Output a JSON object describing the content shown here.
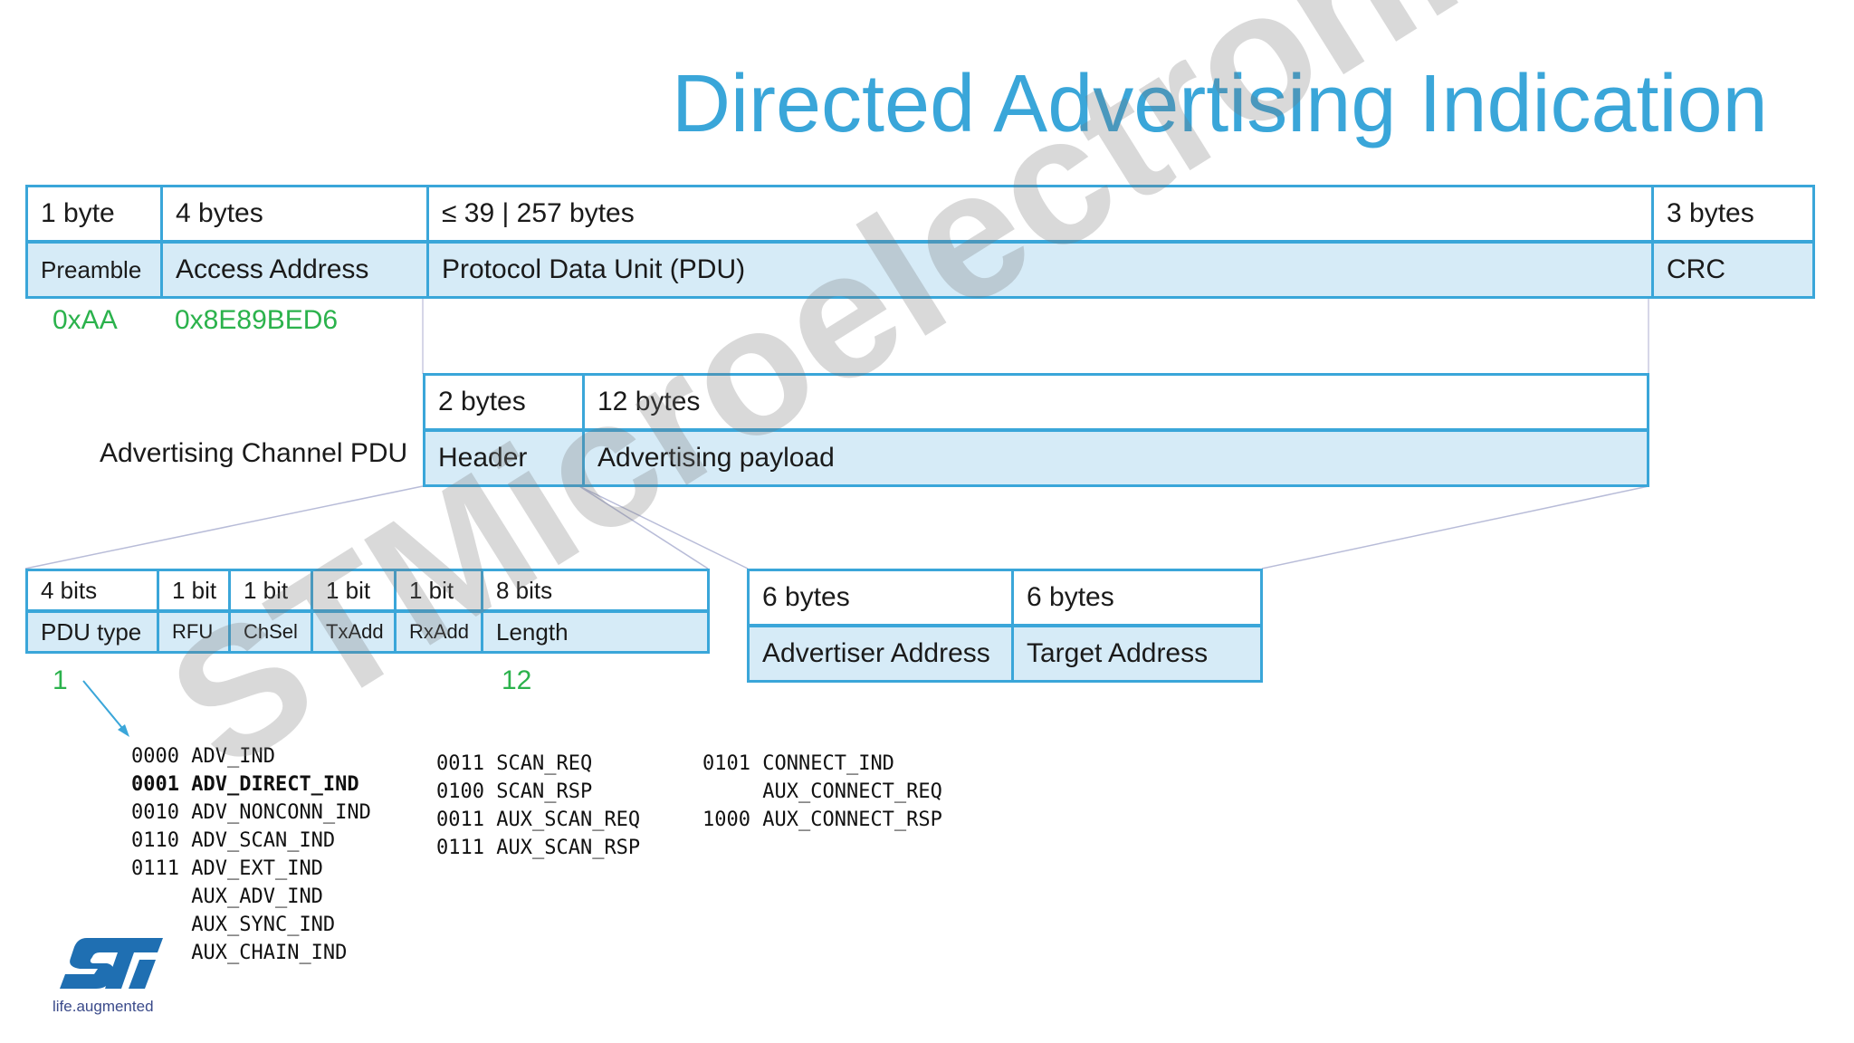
{
  "title": "Directed Advertising Indication",
  "watermark": "STMicroelectronics",
  "packet": {
    "sizes": [
      "1 byte",
      "4 bytes",
      "≤ 39 | 257 bytes",
      "3 bytes"
    ],
    "fields": [
      "Preamble",
      "Access Address",
      "Protocol Data Unit (PDU)",
      "CRC"
    ],
    "values": [
      "0xAA",
      "0x8E89BED6"
    ]
  },
  "pdu": {
    "label": "Advertising Channel PDU",
    "sizes": [
      "2 bytes",
      "12 bytes"
    ],
    "fields": [
      "Header",
      "Advertising payload"
    ]
  },
  "header": {
    "sizes": [
      "4 bits",
      "1 bit",
      "1 bit",
      "1 bit",
      "1 bit",
      "8 bits"
    ],
    "fields": [
      "PDU type",
      "RFU",
      "ChSel",
      "TxAdd",
      "RxAdd",
      "Length"
    ],
    "pdu_type_value": "1",
    "length_value": "12"
  },
  "payload": {
    "sizes": [
      "6 bytes",
      "6 bytes"
    ],
    "fields": [
      "Advertiser Address",
      "Target Address"
    ]
  },
  "pdu_types": {
    "col1": [
      {
        "code": "0000",
        "name": "ADV_IND",
        "bold": false
      },
      {
        "code": "0001",
        "name": "ADV_DIRECT_IND",
        "bold": true
      },
      {
        "code": "0010",
        "name": "ADV_NONCONN_IND",
        "bold": false
      },
      {
        "code": "0110",
        "name": "ADV_SCAN_IND",
        "bold": false
      },
      {
        "code": "0111",
        "name": "ADV_EXT_IND",
        "bold": false
      },
      {
        "code": "",
        "name": "AUX_ADV_IND",
        "bold": false
      },
      {
        "code": "",
        "name": "AUX_SYNC_IND",
        "bold": false
      },
      {
        "code": "",
        "name": "AUX_CHAIN_IND",
        "bold": false
      }
    ],
    "col2": [
      {
        "code": "0011",
        "name": "SCAN_REQ"
      },
      {
        "code": "0100",
        "name": "SCAN_RSP"
      },
      {
        "code": "0011",
        "name": "AUX_SCAN_REQ"
      },
      {
        "code": "0111",
        "name": "AUX_SCAN_RSP"
      }
    ],
    "col3": [
      {
        "code": "0101",
        "name": "CONNECT_IND"
      },
      {
        "code": "",
        "name": "AUX_CONNECT_REQ"
      },
      {
        "code": "1000",
        "name": "AUX_CONNECT_RSP"
      }
    ]
  },
  "logo": {
    "text": "life.augmented"
  },
  "colors": {
    "accent": "#3aa6d9",
    "fill": "#d6ebf7",
    "value_green": "#2bb24c"
  }
}
